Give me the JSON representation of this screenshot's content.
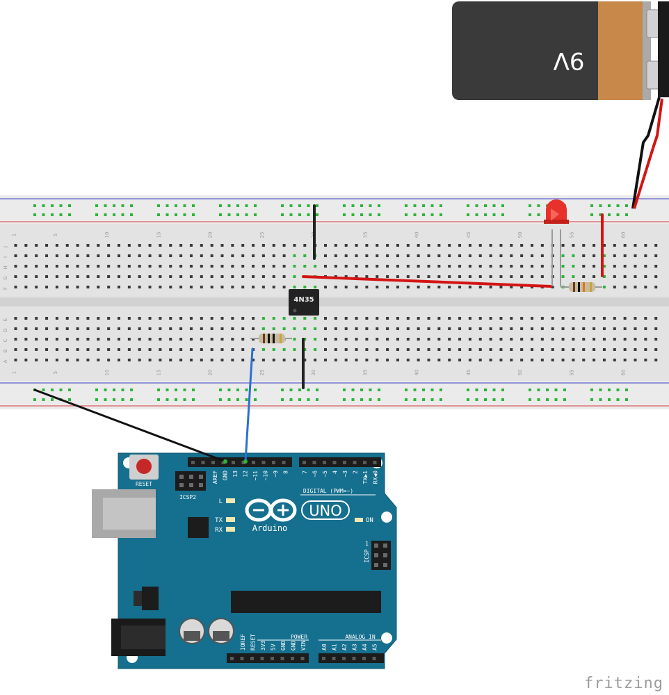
{
  "battery": {
    "label": "9V"
  },
  "optocoupler": {
    "label": "4N35"
  },
  "breadboard": {
    "column_numbers": [
      "1",
      "5",
      "10",
      "15",
      "20",
      "25",
      "30",
      "35",
      "40",
      "45",
      "50",
      "55",
      "60"
    ],
    "rows_top": [
      "J",
      "I",
      "H",
      "G",
      "F"
    ],
    "rows_bottom": [
      "E",
      "D",
      "C",
      "B",
      "A"
    ]
  },
  "arduino": {
    "reset_label": "RESET",
    "icsp2_label": "ICSP2",
    "icsp_label": "ICSP",
    "icsp_pin1": "1",
    "led_l": "L",
    "led_tx": "TX",
    "led_rx": "RX",
    "led_on": "ON",
    "digital_label": "DIGITAL (PWM=~)",
    "brand_name": "Arduino",
    "model": "UNO",
    "power_label": "POWER",
    "analog_label": "ANALOG IN",
    "header_top_left": [
      "AREF",
      "GND",
      "13",
      "12",
      "~11",
      "~10",
      "~9",
      "8"
    ],
    "header_top_right": [
      "7",
      "~6",
      "~5",
      "4",
      "~3",
      "2",
      "TX▶1",
      "RX◀0"
    ],
    "header_power": [
      "IOREF",
      "RESET",
      "3V3",
      "5V",
      "GND",
      "GND",
      "VIN"
    ],
    "header_analog": [
      "A0",
      "A1",
      "A2",
      "A3",
      "A4",
      "A5"
    ]
  },
  "watermark": "fritzing"
}
